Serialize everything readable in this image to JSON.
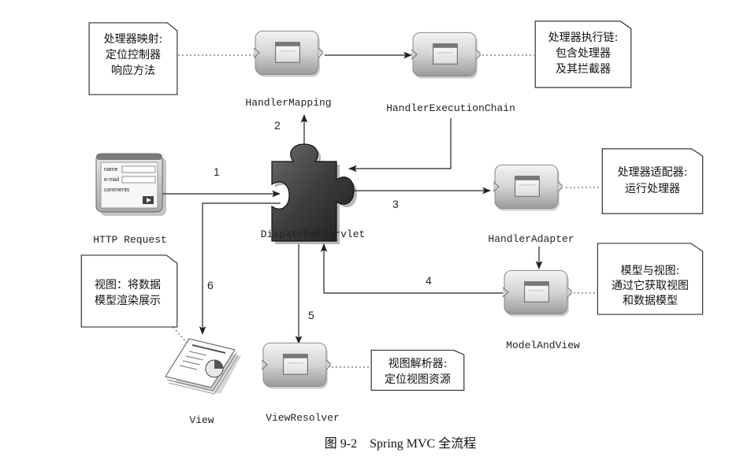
{
  "nodes": {
    "handler_mapping": "HandlerMapping",
    "handler_execution_chain": "HandlerExecutionChain",
    "http_request": "HTTP Request",
    "dispatcher_servlet": "DispatcherServlet",
    "handler_adapter": "HandlerAdapter",
    "model_and_view": "ModelAndView",
    "view_resolver": "ViewResolver",
    "view": "View"
  },
  "steps": {
    "s1": "1",
    "s2": "2",
    "s3": "3",
    "s4": "4",
    "s5": "5",
    "s6": "6"
  },
  "notes": {
    "mapping": [
      "处理器映射:",
      "定位控制器",
      "响应方法"
    ],
    "chain": [
      "处理器执行链:",
      "包含处理器",
      "及其拦截器"
    ],
    "adapter": [
      "处理器适配器:",
      "运行处理器"
    ],
    "model_view": [
      "模型与视图:",
      "通过它获取视图",
      "和数据模型"
    ],
    "view": [
      "视图：将数据",
      "模型渲染展示"
    ],
    "resolver": [
      "视图解析器:",
      "定位视图资源"
    ]
  },
  "form": {
    "name_label": "name",
    "email_label": "e-mail",
    "comments_label": "comments"
  },
  "caption": "图 9-2　Spring MVC 全流程"
}
